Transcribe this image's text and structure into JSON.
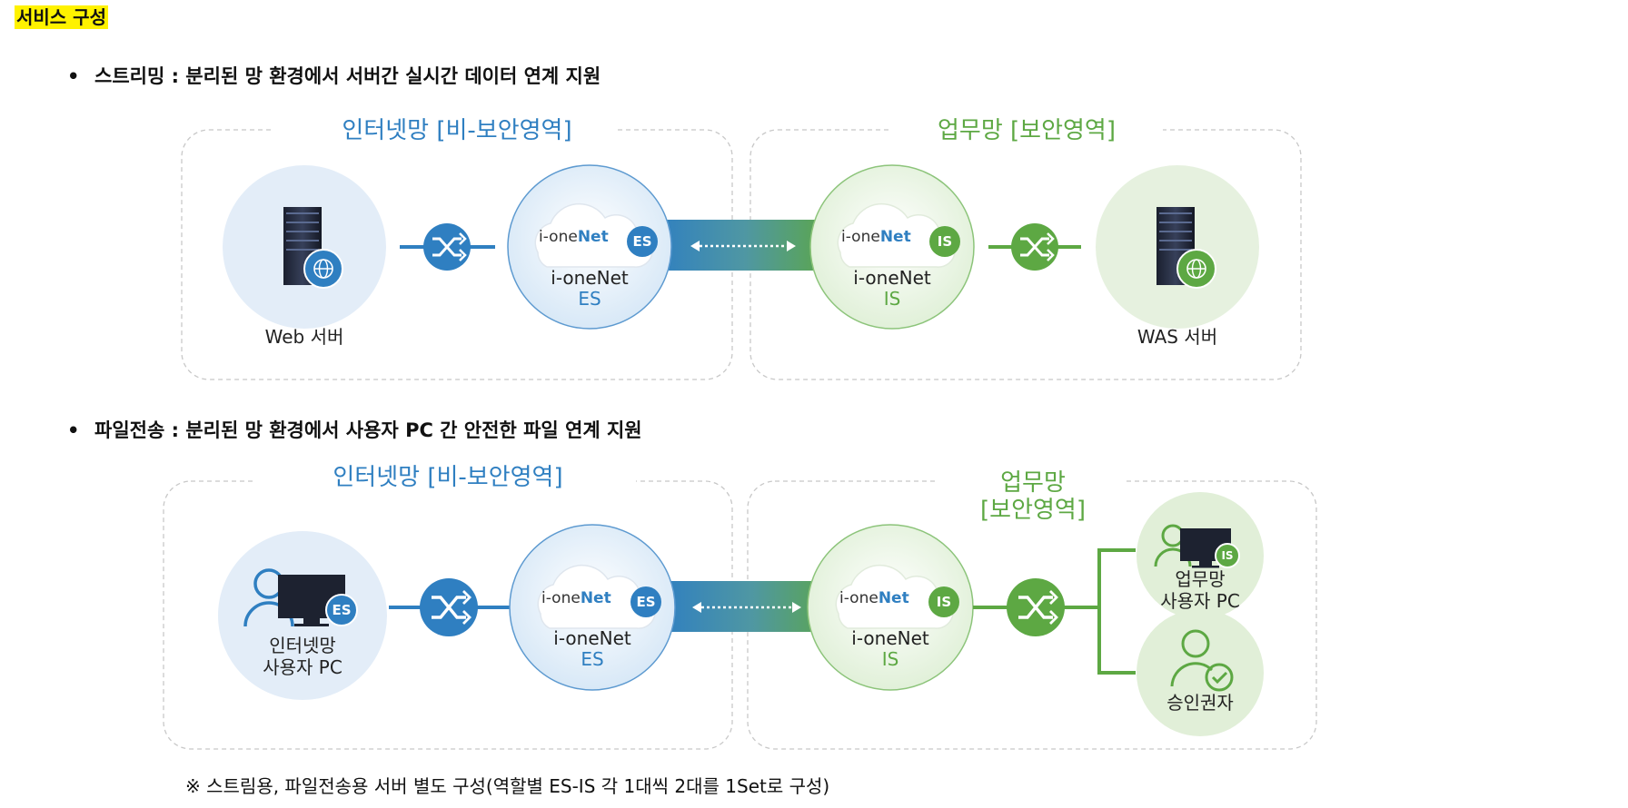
{
  "section_title": "서비스 구성",
  "bullets": {
    "marker": "•",
    "streaming": "스트리밍 : 분리된 망 환경에서 서버간 실시간 데이터 연계 지원",
    "file_transfer": "파일전송 : 분리된 망 환경에서 사용자 PC 간 안전한 파일 연계 지원"
  },
  "streaming_diagram": {
    "internet_zone_title": "인터넷망 [비-보안영역]",
    "work_zone_title": "업무망 [보안영역]",
    "web_server_label": "Web 서버",
    "was_server_label": "WAS 서버",
    "es_name": "i-oneNet",
    "es_sub": "ES",
    "is_name": "i-oneNet",
    "is_sub": "IS"
  },
  "file_diagram": {
    "internet_zone_title": "인터넷망 [비-보안영역]",
    "work_zone_title_line1": "업무망",
    "work_zone_title_line2": "[보안영역]",
    "internet_pc_line1": "인터넷망",
    "internet_pc_line2": "사용자 PC",
    "es_name": "i-oneNet",
    "es_sub": "ES",
    "is_name": "i-oneNet",
    "is_sub": "IS",
    "work_pc_line1": "업무망",
    "work_pc_line2": "사용자 PC",
    "approver_label": "승인권자"
  },
  "logo": {
    "prefix": "i-one",
    "suffix": "Net",
    "badge_es": "ES",
    "badge_is": "IS"
  },
  "footnote": "※ 스트림용, 파일전송용 서버 별도 구성(역할별 ES-IS 각 1대씩 2대를 1Set로 구성)",
  "colors": {
    "blue": "#2f7fc1",
    "green": "#5da843",
    "highlight": "#fff200"
  },
  "icons": [
    "shuffle-icon",
    "globe-icon",
    "server-icon",
    "user-pc-icon",
    "approver-icon",
    "cloud-icon"
  ]
}
